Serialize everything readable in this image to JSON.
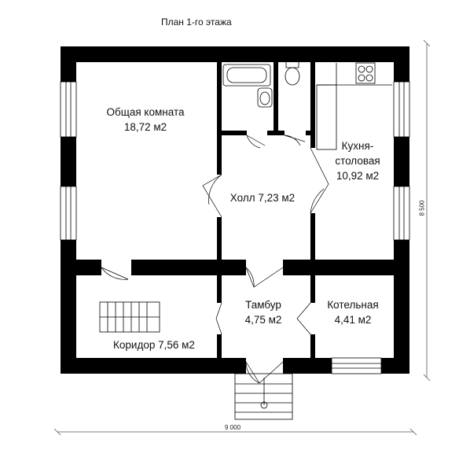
{
  "plan": {
    "title": "План 1-го этажа"
  },
  "rooms": {
    "living": {
      "name": "Общая комната",
      "area": "18,72 м2"
    },
    "kitchen": {
      "name_line1": "Кухня-",
      "name_line2": "столовая",
      "area": "10,92 м2"
    },
    "hall": {
      "label": "Холл 7,23 м2"
    },
    "vestibule": {
      "name": "Тамбур",
      "area": "4,75 м2"
    },
    "boiler": {
      "name": "Котельная",
      "area": "4,41 м2"
    },
    "corridor": {
      "label": "Коридор 7,56 м2"
    }
  },
  "dimensions": {
    "width": "9 000",
    "height": "8 500"
  },
  "colors": {
    "wall": "#000000",
    "dimension_line": "#555555"
  }
}
